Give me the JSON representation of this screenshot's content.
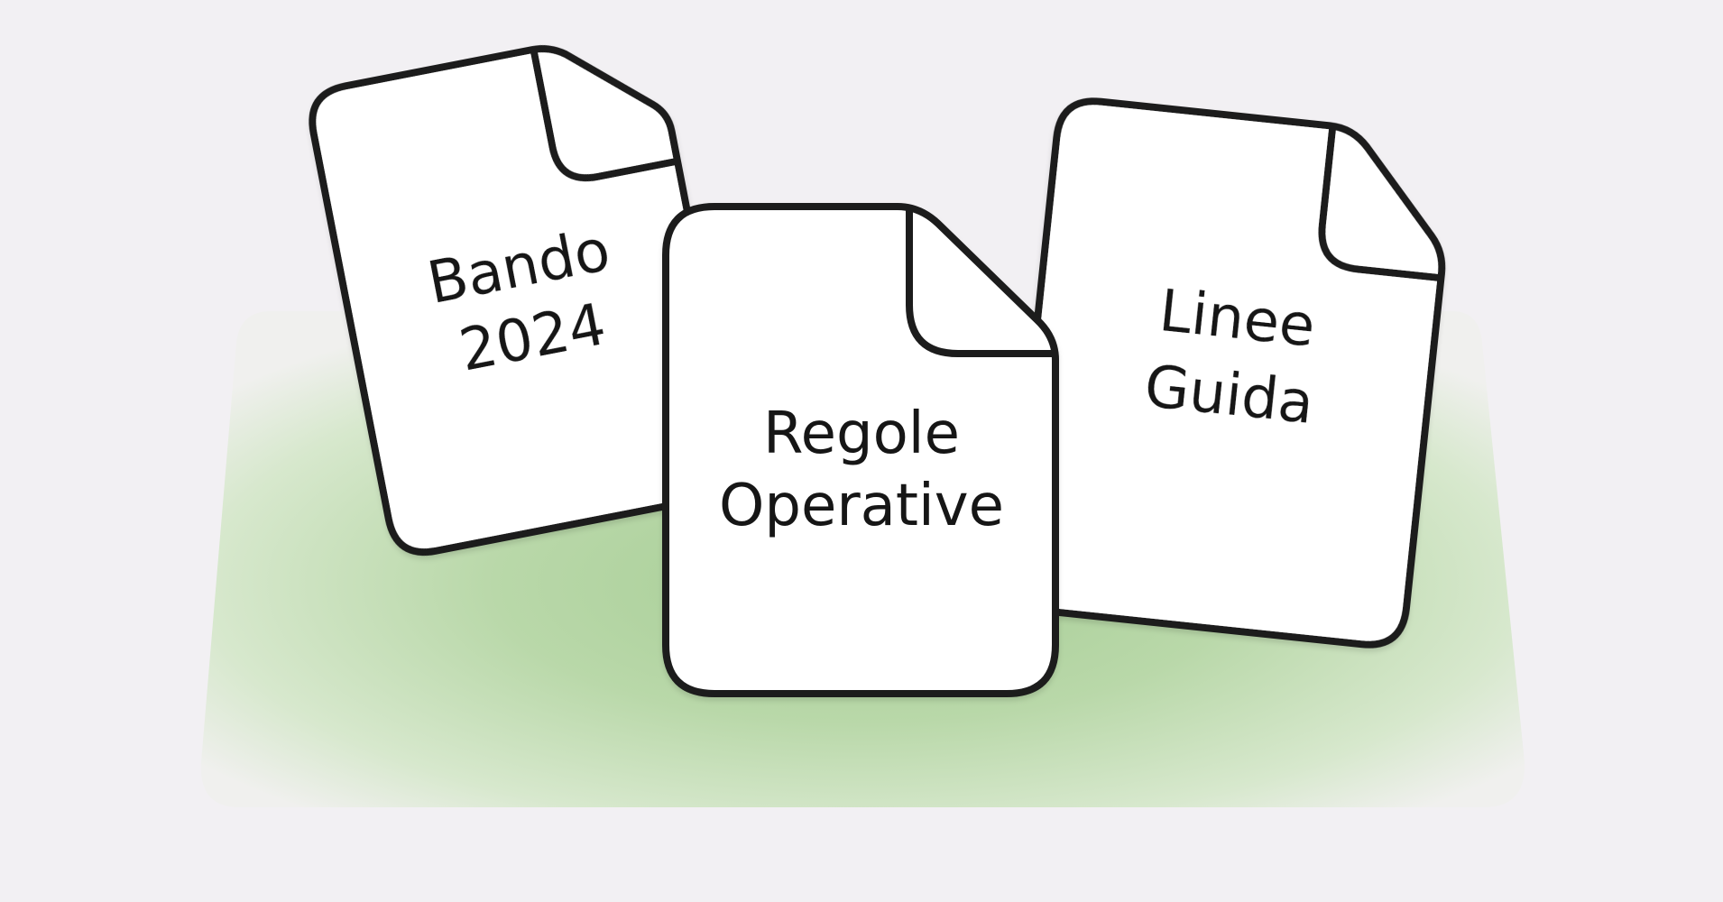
{
  "documents": [
    {
      "line1": "Bando",
      "line2": "2024"
    },
    {
      "line1": "Regole",
      "line2": "Operative"
    },
    {
      "line1": "Linee",
      "line2": "Guida"
    }
  ],
  "colors": {
    "background": "#f2f0f3",
    "platform_glow": "#a6cd95",
    "document_fill": "#ffffff",
    "document_stroke": "#1b1b1b",
    "text": "#141414"
  },
  "icons": [
    "document-icon",
    "document-icon",
    "document-icon"
  ]
}
